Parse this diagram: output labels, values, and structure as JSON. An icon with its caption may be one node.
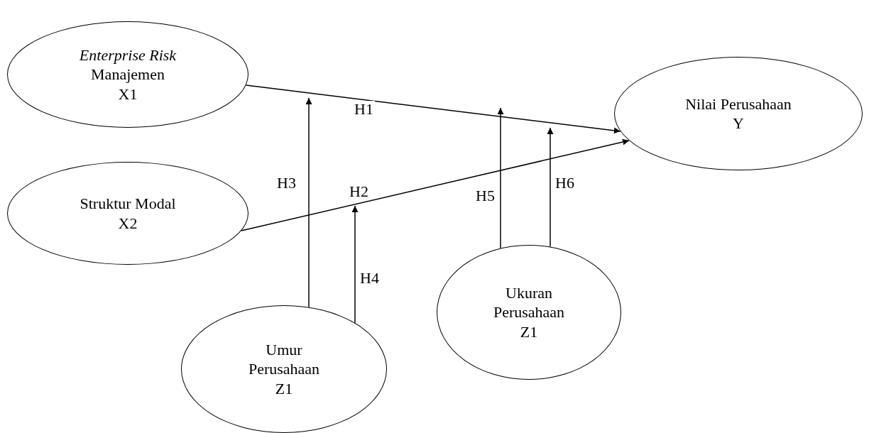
{
  "diagram": {
    "nodes": [
      {
        "text": [
          "*Enterprise Risk* Manajemen",
          "X1"
        ]
      },
      {
        "text": [
          "Struktur Modal",
          "X2"
        ]
      },
      {
        "text": [
          "Nilai Perusahaan",
          "Y"
        ]
      },
      {
        "text": [
          "Umur Perusahaan",
          "Z1"
        ]
      },
      {
        "text": [
          "Ukuran Perusahaan",
          "Z1"
        ]
      }
    ],
    "edges": [
      {
        "from": 0,
        "to": 2,
        "arrow": "to",
        "label": "H1"
      },
      {
        "from": 1,
        "to": 2,
        "arrow": "to",
        "label": "H2"
      },
      {
        "from": 3,
        "to": null,
        "arrow": "to",
        "label": "H3"
      },
      {
        "from": 3,
        "to": null,
        "arrow": "to",
        "label": "H4"
      },
      {
        "from": 4,
        "to": null,
        "arrow": "to",
        "label": "H5"
      },
      {
        "from": 4,
        "to": null,
        "arrow": "to",
        "label": "H6"
      }
    ]
  }
}
